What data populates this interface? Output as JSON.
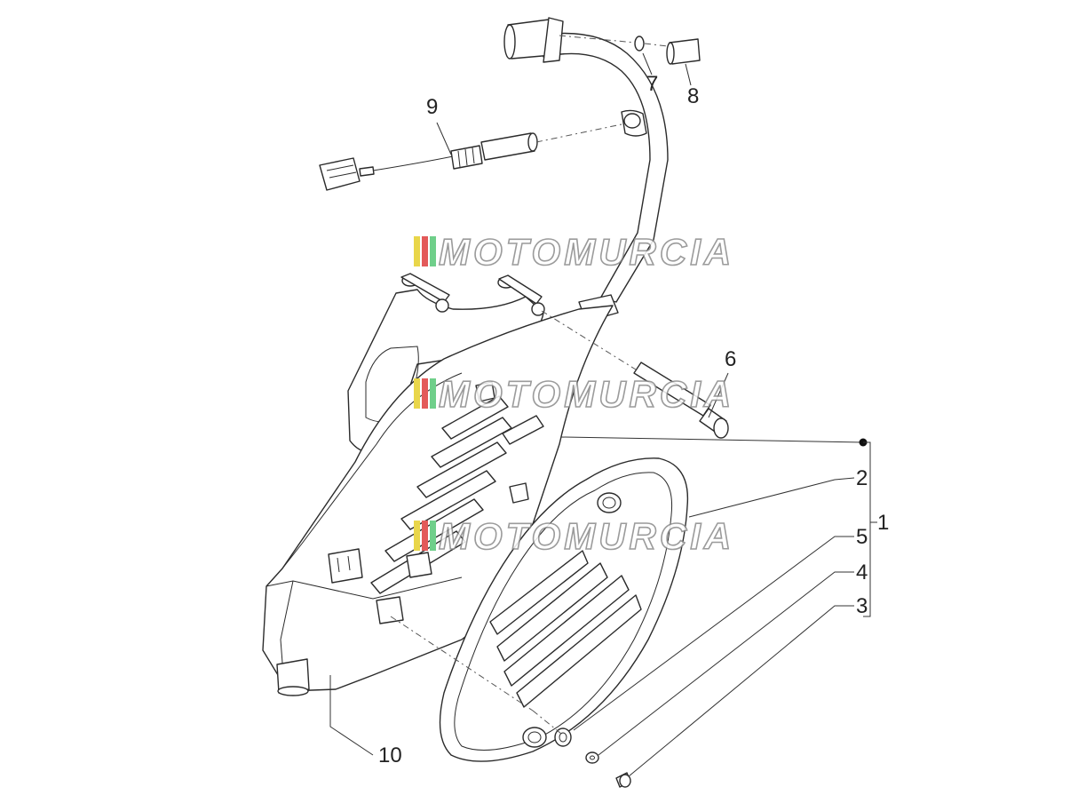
{
  "callouts": [
    "1",
    "2",
    "3",
    "4",
    "5",
    "6",
    "7",
    "8",
    "9",
    "10"
  ],
  "watermark": {
    "text": "MOTOMURCIA",
    "stripe_colors": [
      "#e9d64a",
      "#e35a5a",
      "#6fcf8a"
    ]
  },
  "colors": {
    "line": "#2b2b2b",
    "background": "#ffffff"
  }
}
